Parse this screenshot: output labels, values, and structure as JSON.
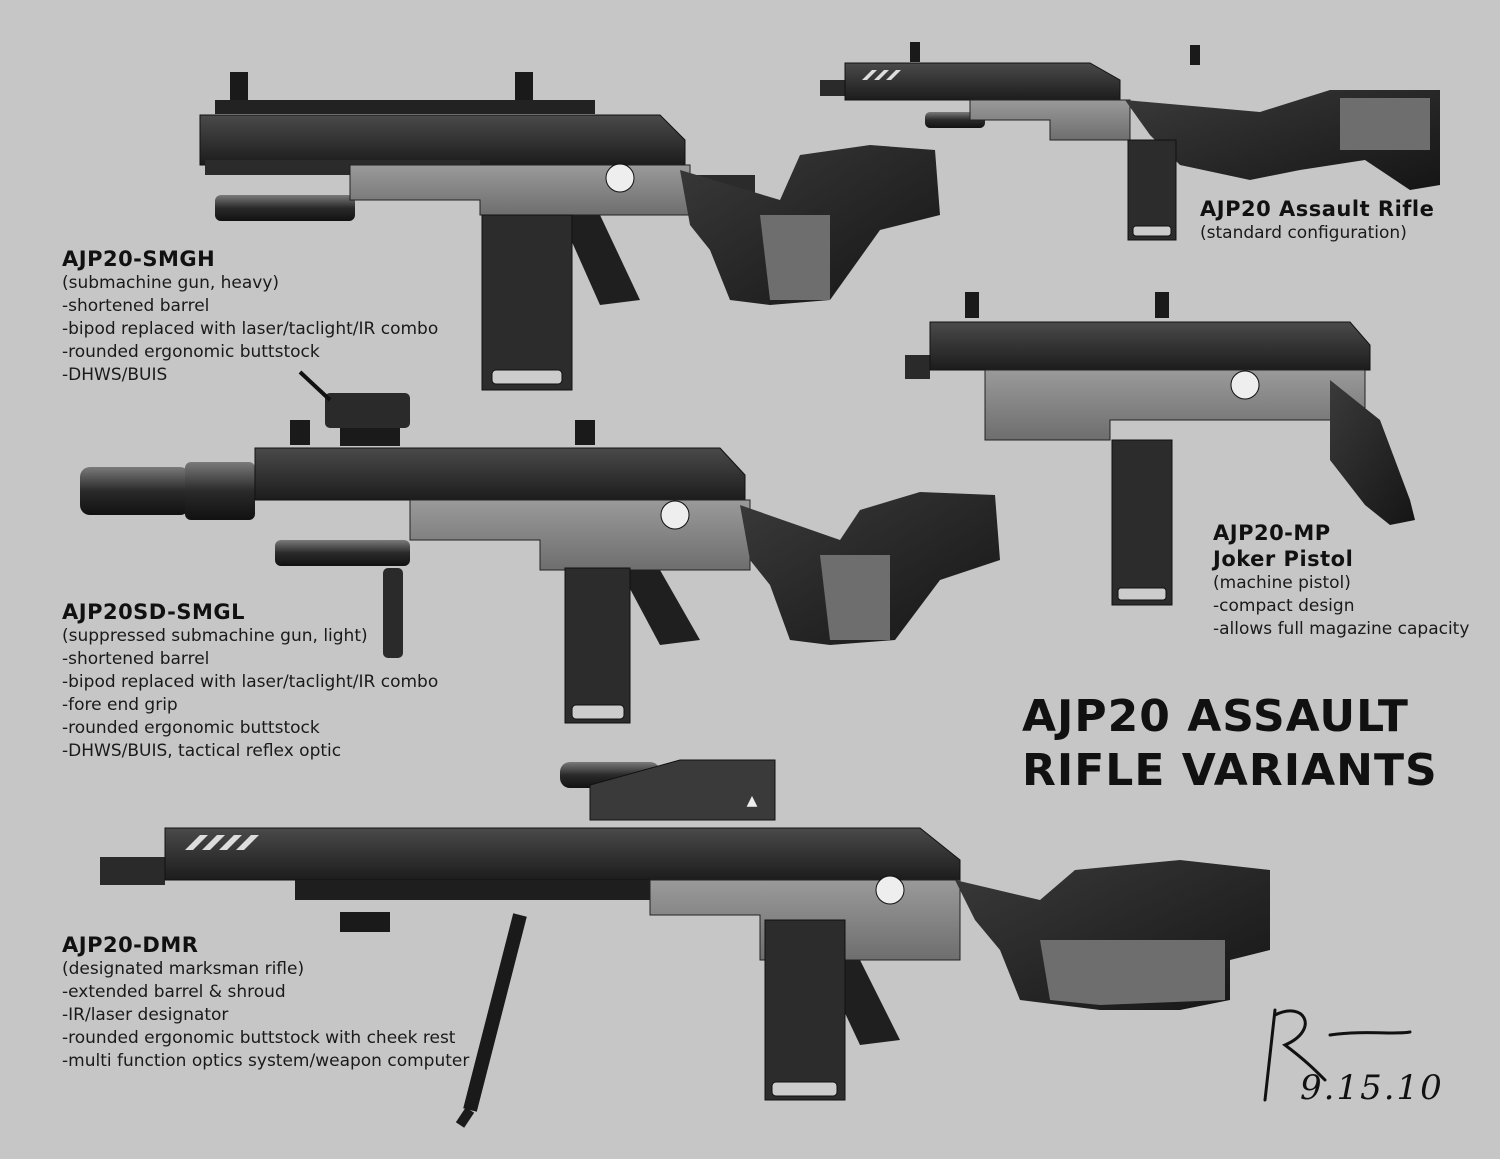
{
  "sheet": {
    "title_lines": [
      "AJP20 ASSAULT",
      "RIFLE VARIANTS"
    ],
    "signature_date": "9.15.10",
    "background": "#c6c6c6"
  },
  "variants": [
    {
      "name": "AJP20-SMGH",
      "lines": [
        "(submachine gun, heavy)",
        "-shortened barrel",
        "-bipod replaced with laser/taclight/IR combo",
        "-rounded ergonomic buttstock",
        "-DHWS/BUIS"
      ]
    },
    {
      "name": "AJP20SD-SMGL",
      "lines": [
        "(suppressed submachine gun, light)",
        "-shortened barrel",
        "-bipod replaced with laser/taclight/IR combo",
        "-fore end grip",
        "-rounded ergonomic buttstock",
        "-DHWS/BUIS, tactical reflex optic"
      ]
    },
    {
      "name": "AJP20-DMR",
      "lines": [
        "(designated marksman rifle)",
        "-extended barrel & shroud",
        "-IR/laser designator",
        "-rounded ergonomic buttstock with cheek rest",
        "-multi function optics system/weapon computer"
      ]
    },
    {
      "name": "AJP20 Assault Rifle",
      "lines": [
        "(standard configuration)"
      ]
    },
    {
      "name_lines": [
        "AJP20-MP",
        "Joker Pistol"
      ],
      "lines": [
        "(machine pistol)",
        "-compact design",
        "-allows full magazine capacity"
      ]
    }
  ]
}
